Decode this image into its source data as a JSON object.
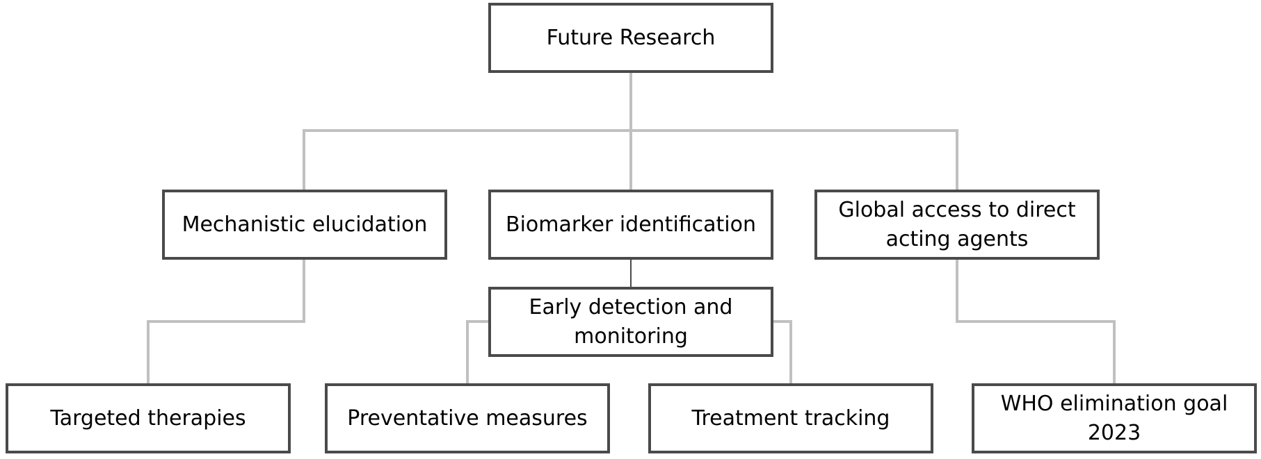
{
  "diagram": {
    "root": {
      "label": "Future Research"
    },
    "level1": [
      {
        "label": "Mechanistic elucidation"
      },
      {
        "label": "Biomarker identification"
      },
      {
        "label": "Global access to direct acting agents"
      }
    ],
    "middle": {
      "label": "Early detection and monitoring"
    },
    "leaves": [
      {
        "label": "Targeted therapies"
      },
      {
        "label": "Preventative measures"
      },
      {
        "label": "Treatment tracking"
      },
      {
        "label": "WHO elimination goal 2023"
      }
    ]
  },
  "colors": {
    "box_border": "#4a4a4a",
    "connector_light": "#c0c0c0",
    "connector_dark": "#4a4a4a"
  }
}
